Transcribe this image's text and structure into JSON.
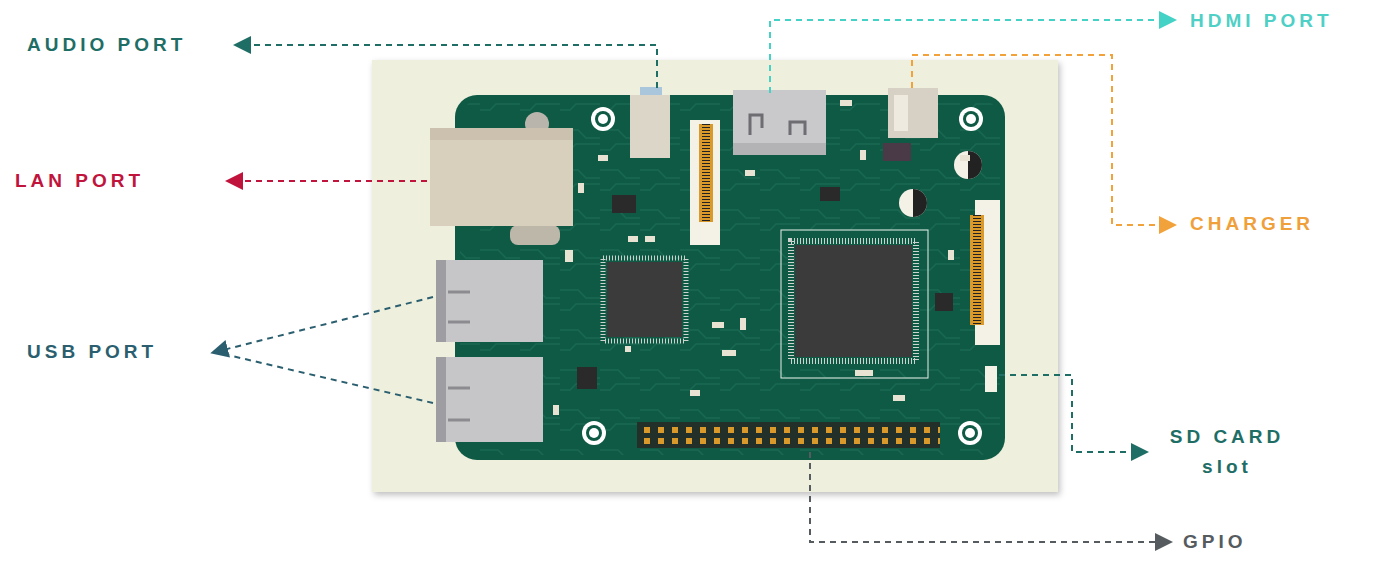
{
  "diagram": {
    "labels": [
      "AUDIO PORT",
      "HDMI PORT",
      "LAN PORT",
      "CHARGER",
      "USB PORT",
      "SD CARD slot",
      "GPIO"
    ]
  }
}
